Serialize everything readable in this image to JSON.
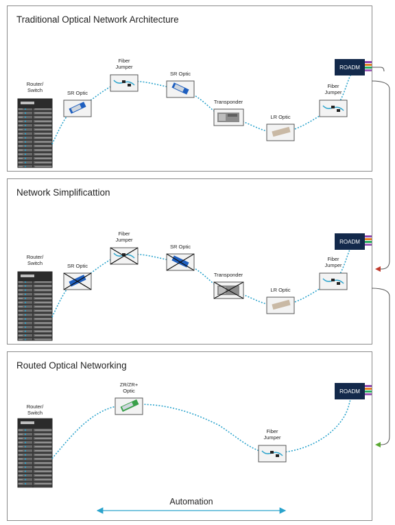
{
  "panels": [
    {
      "title": "Traditional Optical Network Architecture",
      "router_label": [
        "Router/",
        "Switch"
      ],
      "labels": {
        "sr1": "SR Optic",
        "fj1": [
          "Fiber",
          "Jumper"
        ],
        "sr2": "SR Optic",
        "trans": "Transponder",
        "lr": "LR Optic",
        "fj2": [
          "Fiber",
          "Jumper"
        ]
      },
      "roadm": "ROADM"
    },
    {
      "title": "Network Simplificattion",
      "router_label": [
        "Router/",
        "Switch"
      ],
      "labels": {
        "sr1": "SR Optic",
        "fj1": [
          "Fiber",
          "Jumper"
        ],
        "sr2": "SR Optic",
        "trans": "Transponder",
        "lr": "LR Optic",
        "fj2": [
          "Fiber",
          "Jumper"
        ]
      },
      "roadm": "ROADM"
    },
    {
      "title": "Routed Optical Networking",
      "router_label": [
        "Router/",
        "Switch"
      ],
      "labels": {
        "zr": [
          "ZR/ZR+",
          "Optic"
        ],
        "fj": [
          "Fiber",
          "Jumper"
        ]
      },
      "roadm": "ROADM"
    }
  ],
  "footer": {
    "automation": "Automation"
  },
  "colors": {
    "fiber": "#2aa3cc",
    "roadm": "#13294b",
    "arrow_red": "#c0392b",
    "arrow_green": "#5aa832",
    "automation_arrow": "#2aa3cc",
    "roadm_stripes": [
      "#8e44ad",
      "#e67e22",
      "#27ae60",
      "#9b59b6"
    ]
  }
}
